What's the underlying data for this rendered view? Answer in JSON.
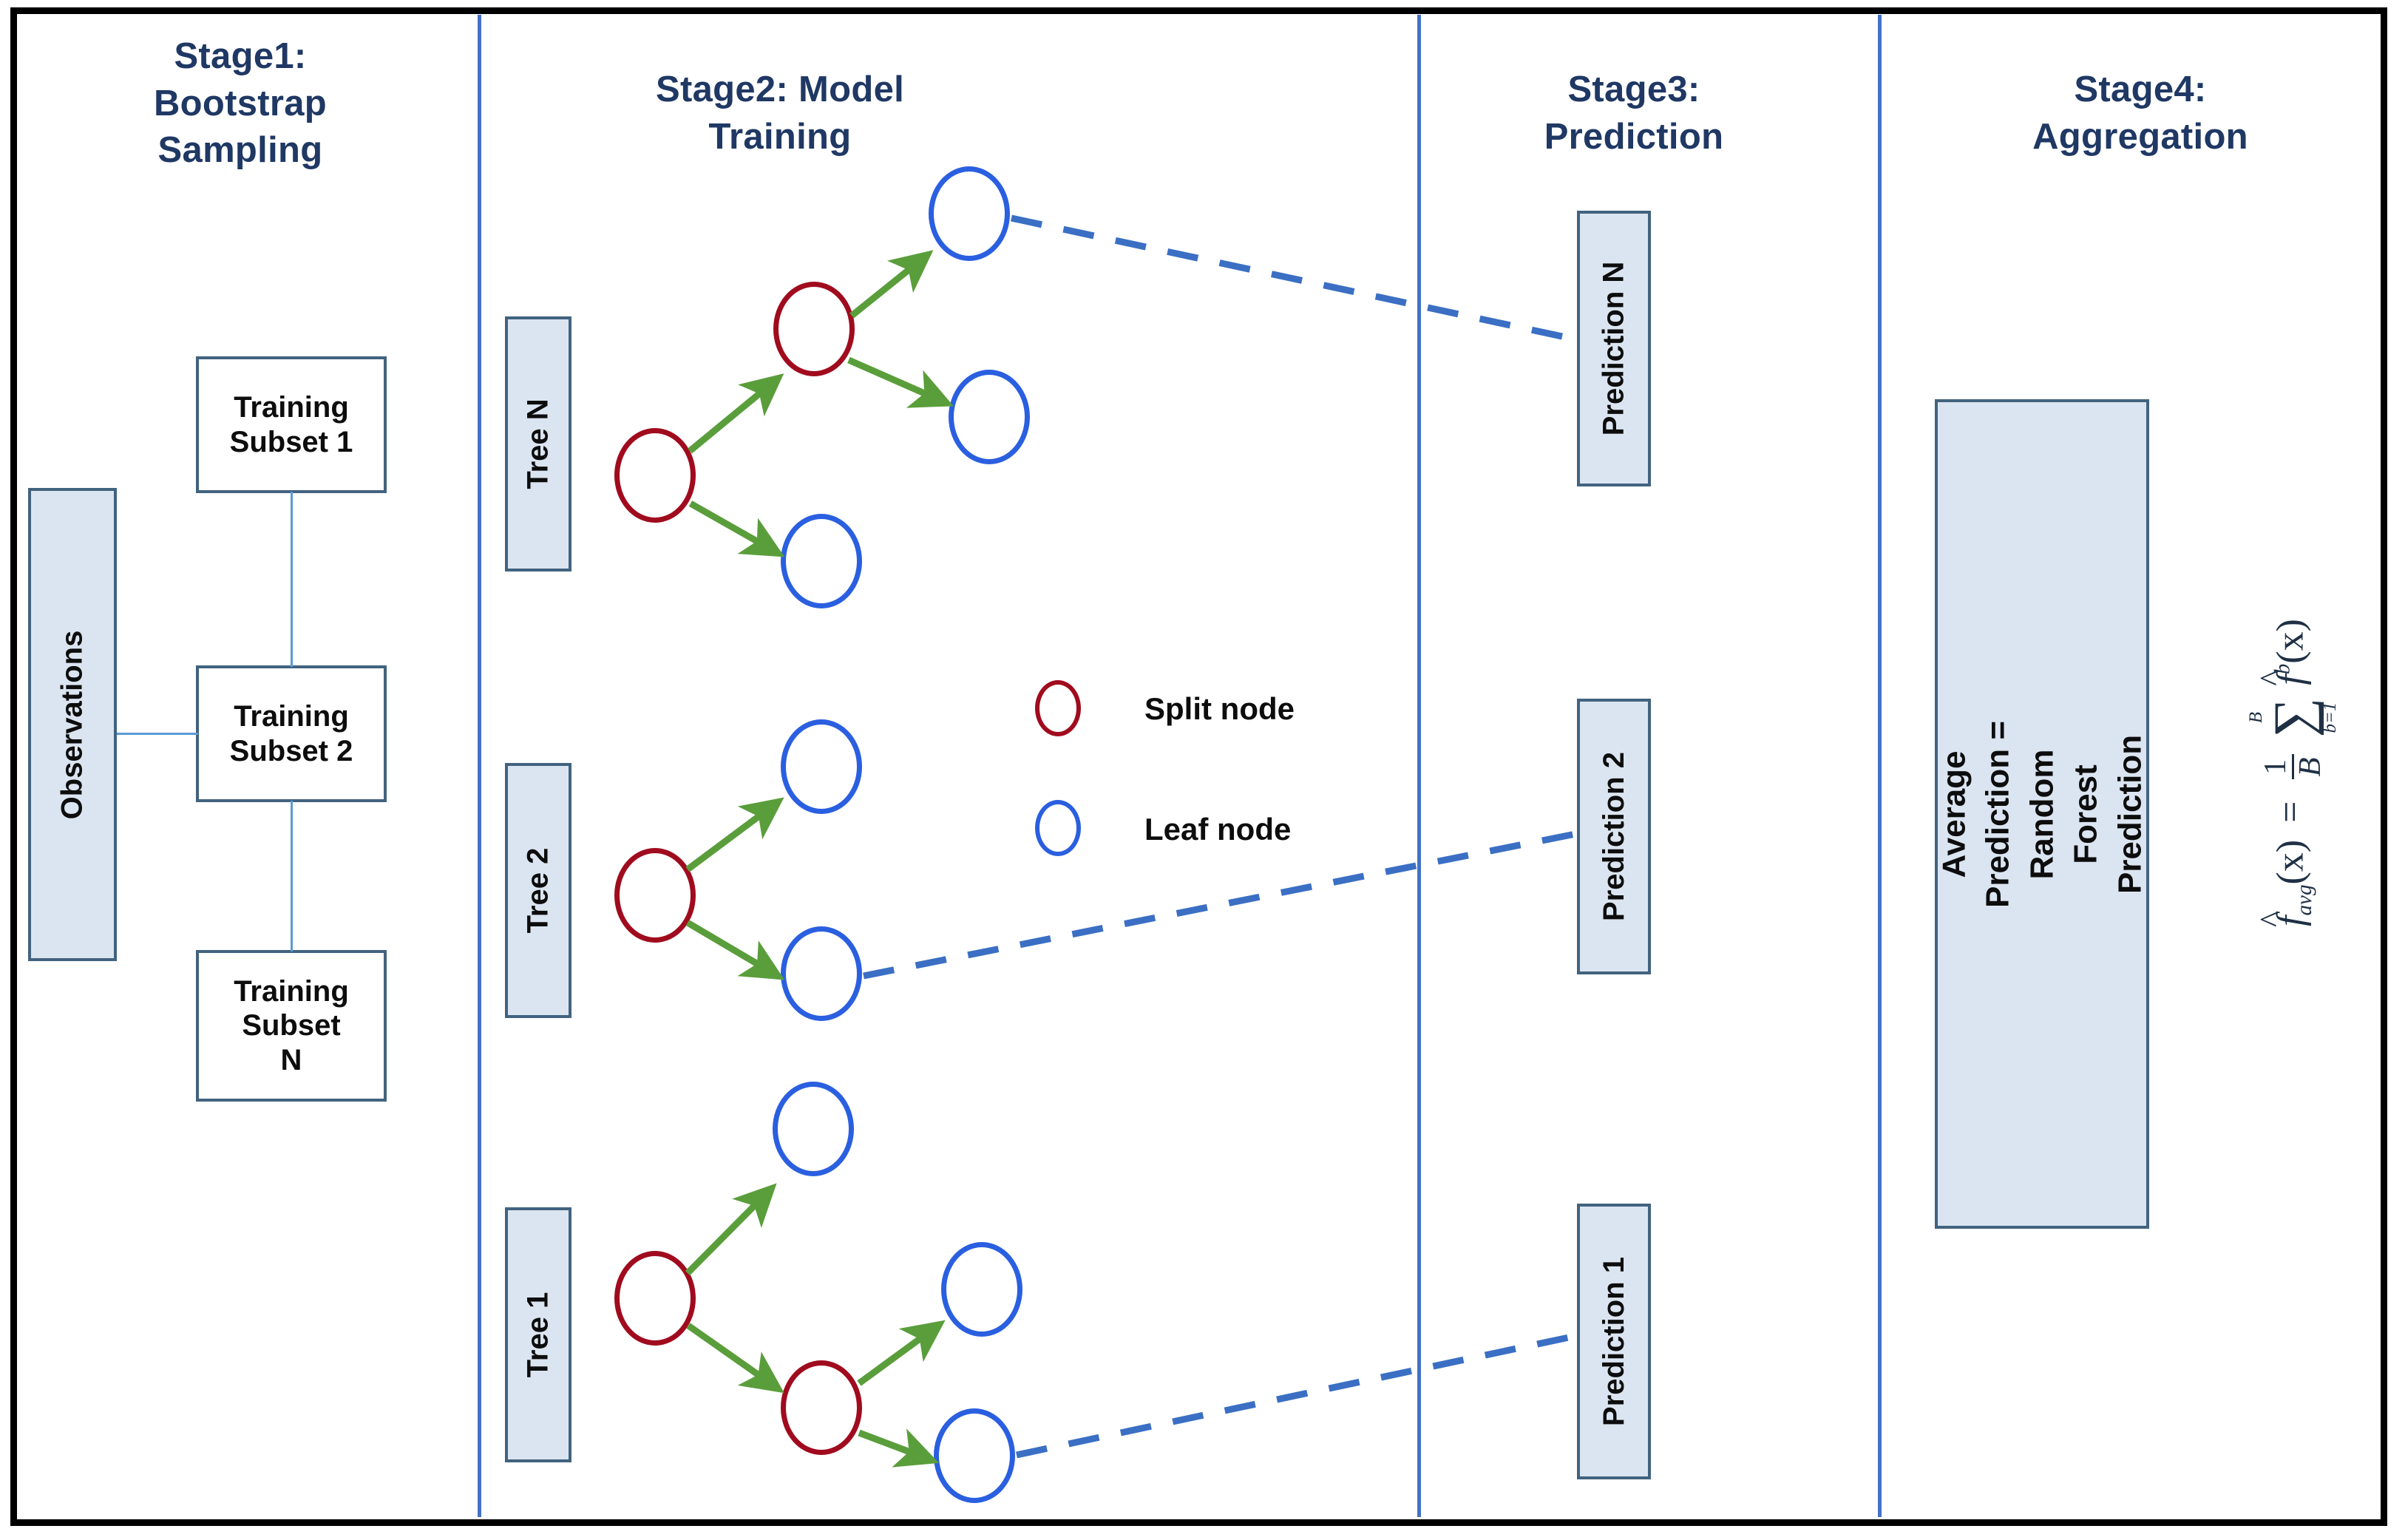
{
  "stages": [
    {
      "id": "stage1",
      "title": "Stage1:\nBootstrap\nSampling"
    },
    {
      "id": "stage2",
      "title": "Stage2: Model\nTraining"
    },
    {
      "id": "stage3",
      "title": "Stage3:\nPrediction"
    },
    {
      "id": "stage4",
      "title": "Stage4:\nAggregation"
    }
  ],
  "stage1": {
    "observations_label": "Observations",
    "subsets": [
      {
        "label": "Training\nSubset 1"
      },
      {
        "label": "Training\nSubset 2"
      },
      {
        "label": "Training\nSubset\nN"
      }
    ]
  },
  "stage2": {
    "tree_labels": [
      {
        "label": "Tree N"
      },
      {
        "label": "Tree 2"
      },
      {
        "label": "Tree 1"
      }
    ],
    "legend": [
      {
        "label": "Split node",
        "color": "#a00b1e",
        "node_type": "split"
      },
      {
        "label": "Leaf node",
        "color": "#2a5fe0",
        "node_type": "leaf"
      }
    ]
  },
  "stage3": {
    "predictions": [
      {
        "label": "Prediction N"
      },
      {
        "label": "Prediction 2"
      },
      {
        "label": "Prediction 1"
      }
    ]
  },
  "stage4": {
    "aggregation_box_label": "Average Prediction = Random Forest\nPrediction",
    "formula": {
      "lhs": "f̂avg(x)",
      "equals": "=",
      "fraction_numerator": "1",
      "fraction_denominator": "B",
      "sum_upper": "B",
      "sum_lower": "b=1",
      "sum_symbol": "∑",
      "summand": "f̂b(x)",
      "plain": "f̂avg(x) = (1/B) ∑ b=1..B f̂b(x)"
    }
  },
  "colors": {
    "heading": "#1f3864",
    "divider": "#4472c4",
    "box_fill": "#dbe5f1",
    "box_border": "#41637f",
    "split_node": "#a00b1e",
    "leaf_node": "#2a5fe0",
    "arrow": "#5a9e3b",
    "dashed_link": "#3a6fc4",
    "connector": "#5b9bd5",
    "frame": "#000000"
  }
}
